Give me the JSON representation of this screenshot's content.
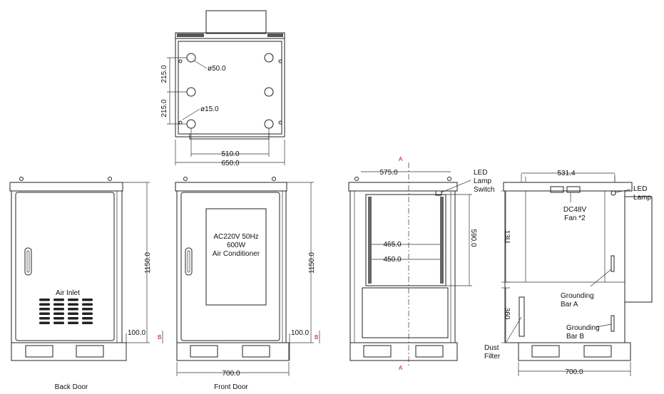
{
  "top_view": {
    "dim_215_a": "215.0",
    "dim_215_b": "215.0",
    "hole_large": "ø50.0",
    "hole_small": "ø15.0",
    "width_inner": "510.0",
    "width_outer": "650.0"
  },
  "back_door": {
    "label": "Back Door",
    "vent_label": "Air Inlet",
    "height": "1150.0",
    "base": "100.0",
    "marker": "B"
  },
  "front_door": {
    "label": "Front Door",
    "ac_line1": "AC220V 50Hz",
    "ac_line2": "600W",
    "ac_line3": "Air Conditioner",
    "height": "1150.0",
    "base": "100.0",
    "width": "700.0",
    "marker": "B"
  },
  "section_a": {
    "marker_top": "A",
    "marker_bottom": "A",
    "depth": "575.0",
    "rack_465": "465.0",
    "rack_450": "450.0",
    "rack_height": "590.0",
    "led_switch_1": "LED",
    "led_switch_2": "Lamp",
    "led_switch_3": "Switch"
  },
  "section_b": {
    "width_top": "531.4",
    "width_bottom": "700.0",
    "rack_u": "13U",
    "lower_height": "360",
    "fan_1": "DC48V",
    "fan_2": "Fan *2",
    "led_1": "LED",
    "led_2": "Lamp",
    "ground_a_1": "Grounding",
    "ground_a_2": "Bar A",
    "ground_b_1": "Grounding",
    "ground_b_2": "Bar B",
    "dust_1": "Dust",
    "dust_2": "Filter"
  }
}
